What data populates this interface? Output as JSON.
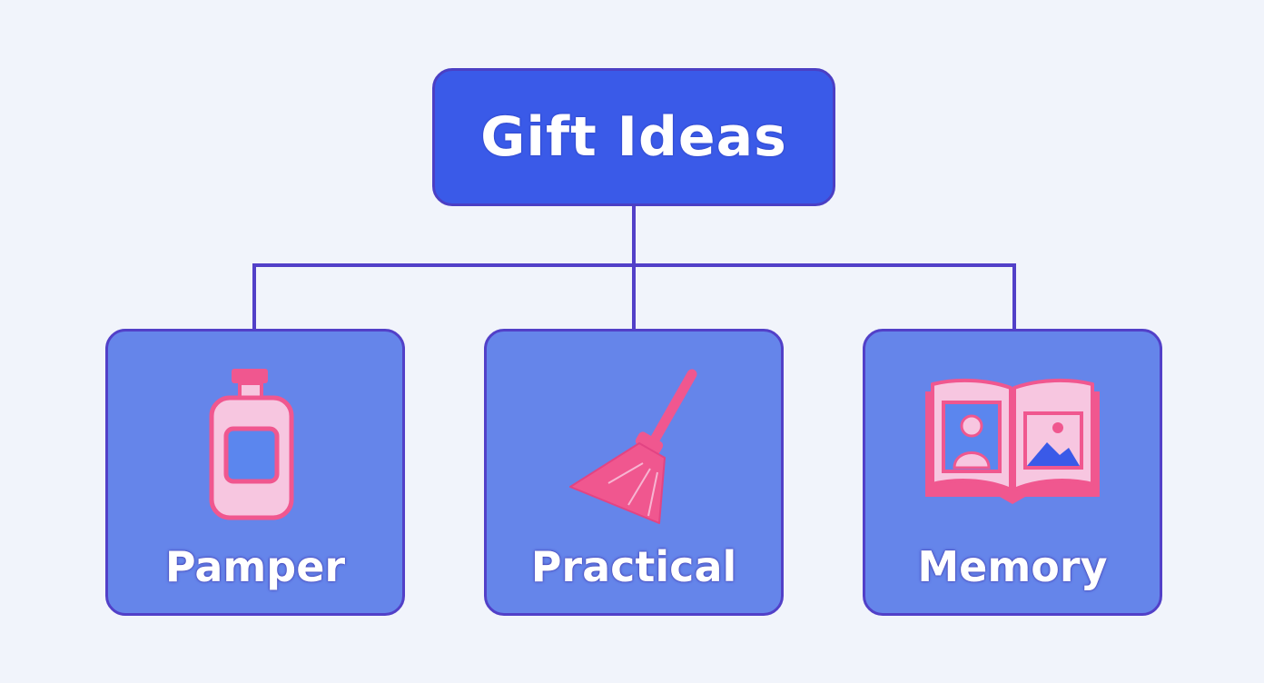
{
  "diagram": {
    "root": {
      "title": "Gift Ideas"
    },
    "children": [
      {
        "label": "Pamper",
        "icon": "lotion-bottle-icon"
      },
      {
        "label": "Practical",
        "icon": "broom-icon"
      },
      {
        "label": "Memory",
        "icon": "photo-album-icon"
      }
    ]
  },
  "colors": {
    "background": "#f1f4fb",
    "root_fill": "#3a5ae8",
    "child_fill": "#6585ea",
    "border": "#5240c8",
    "connector": "#5240c8",
    "icon_pink": "#f0578f",
    "icon_light_pink": "#f7c6e0"
  }
}
